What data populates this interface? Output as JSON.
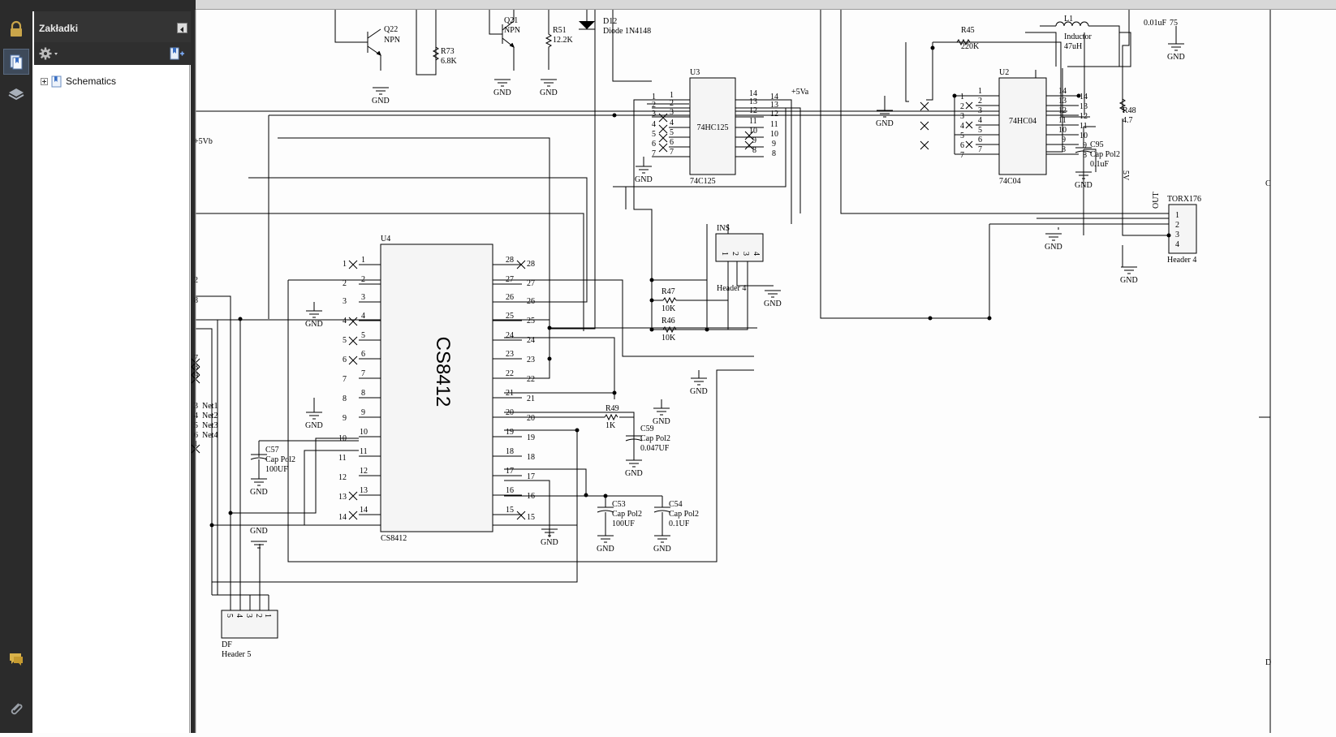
{
  "panel": {
    "title": "Zakładki",
    "tree": [
      {
        "label": "Schematics",
        "expanded": false
      }
    ]
  },
  "toolbar_icons": [
    "lock-icon",
    "bookmarks-icon",
    "layers-icon",
    "comments-icon",
    "attachments-icon"
  ],
  "options_icon": "gear-icon",
  "schematic": {
    "corner_labels": [
      "C",
      "D"
    ],
    "u4": {
      "ref": "U4",
      "value": "CS8412",
      "body": "CS8412"
    },
    "u3": {
      "ref": "U3",
      "value": "74C125",
      "body": "74HC125"
    },
    "u2": {
      "ref": "U2",
      "value": "74C04",
      "body": "74HC04"
    },
    "supply": {
      "a": "+5Va",
      "b": "+5Vb",
      "side": "5V"
    },
    "gnd": "GND",
    "parts": {
      "q22": [
        "Q22",
        "NPN"
      ],
      "q21": [
        "Q21",
        "NPN"
      ],
      "r73": [
        "R73",
        "6.8K"
      ],
      "r51": [
        "R51",
        "12.2K"
      ],
      "d12": [
        "D12",
        "Diode 1N4148"
      ],
      "r45": [
        "R45",
        "220K"
      ],
      "l1": [
        "L1",
        "Inductor",
        "47uH"
      ],
      "c_top": [
        "0.01uF",
        "75"
      ],
      "r48": [
        "R48",
        "4.7"
      ],
      "c95": [
        "C95",
        "Cap Pol2",
        "0.1uF"
      ],
      "r47": [
        "R47",
        "10K"
      ],
      "r46": [
        "R46",
        "10K"
      ],
      "r49": [
        "R49",
        "1K"
      ],
      "c59": [
        "C59",
        "Cap Pol2",
        "0.047UF"
      ],
      "c57": [
        "C57",
        "Cap Pol2",
        "100UF"
      ],
      "c53": [
        "C53",
        "Cap Pol2",
        "100UF"
      ],
      "c54": [
        "C54",
        "Cap Pol2",
        "0.1UF"
      ]
    },
    "ins": {
      "ref": "INS",
      "value": "Header 4",
      "pins": [
        "1",
        "2",
        "3",
        "4"
      ]
    },
    "torx": {
      "ref": "TORX176",
      "value": "Header 4",
      "out": "OUT",
      "pins": [
        "1",
        "2",
        "3",
        "4"
      ]
    },
    "df": {
      "ref": "DF",
      "value": "Header 5",
      "pins": [
        "5",
        "4",
        "3",
        "2",
        "1"
      ]
    },
    "left_nets": [
      "Net1",
      "Net2",
      "Net3",
      "Net4"
    ],
    "left_net_nums": [
      "3",
      "4",
      "5",
      "6"
    ],
    "left_misc": [
      "2",
      "8",
      "7",
      "8",
      "9",
      "1"
    ]
  }
}
